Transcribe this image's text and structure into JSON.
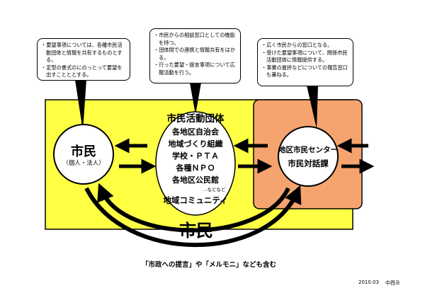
{
  "colors": {
    "yellow": "#ffff44",
    "orange": "#f5a46f",
    "outline": "#000000",
    "background": "#ffffff"
  },
  "bubbles": {
    "left": [
      "要望事項については、各種市民活動団体と情報を共有するものとする。",
      "定型の書式のにのっとって要望を出すことととする。"
    ],
    "middle": [
      "市民からの相談窓口としての機能を持つ。",
      "団体間での連携と情報共有をはかる。",
      "行った要望・提言事項について広報活動を行う。"
    ],
    "right": [
      "広く市民からの窓口となる。",
      "受けた要望事項について、関係市民活動団体に情報提供する。",
      "事業の進捗などについての報告窓口も兼ねる。"
    ]
  },
  "citizen_node": {
    "title": "市民",
    "subtitle": "（個人・法人）"
  },
  "groups_node": {
    "title": "市民活動団体",
    "items": [
      "各地区自治会",
      "地域づくり組織",
      "学校・ＰＴＡ",
      "各種ＮＰＯ",
      "各地区公民館"
    ],
    "etc": "…などなど",
    "community": "地域コミュニティ"
  },
  "center_node": {
    "line1": "地区市民センター",
    "line2": "市民対話課"
  },
  "big_label": "市民",
  "note": "「市政への提言」や「メルモニ」なども含む",
  "footer": {
    "date": "2010.03",
    "author": "中西Ｂ"
  }
}
